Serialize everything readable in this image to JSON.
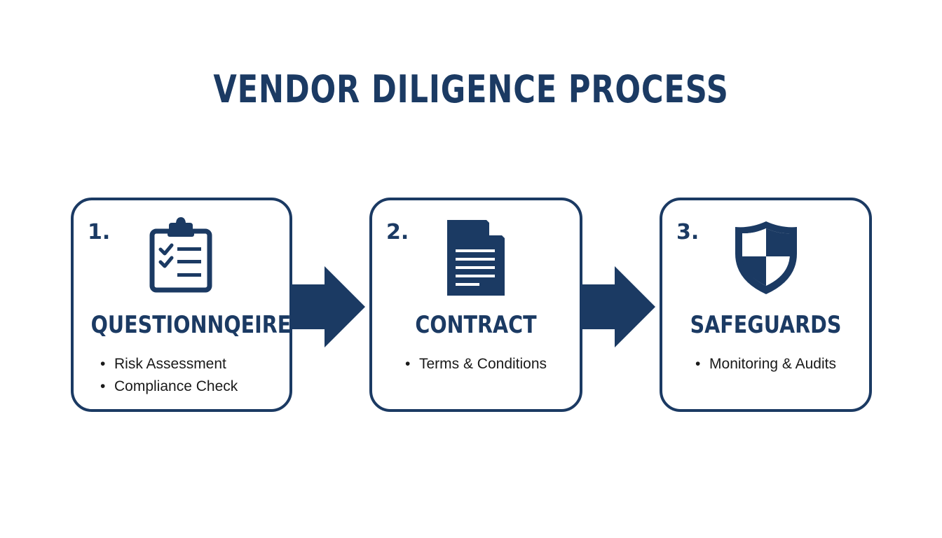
{
  "title": "VENDOR DILIGENCE PROCESS",
  "colors": {
    "primary": "#1b3a63",
    "text": "#1a1a1a",
    "background": "#ffffff"
  },
  "steps": [
    {
      "number": "1.",
      "icon": "clipboard-checklist-icon",
      "title": "QUESTIONNQEIRE",
      "bullets": [
        "Risk Assessment",
        "Compliance Check"
      ]
    },
    {
      "number": "2.",
      "icon": "document-icon",
      "title": "CONTRACT",
      "bullets": [
        "Terms & Conditions"
      ]
    },
    {
      "number": "3.",
      "icon": "shield-icon",
      "title": "SAFEGUARDS",
      "bullets": [
        "Monitoring & Audits"
      ]
    }
  ]
}
